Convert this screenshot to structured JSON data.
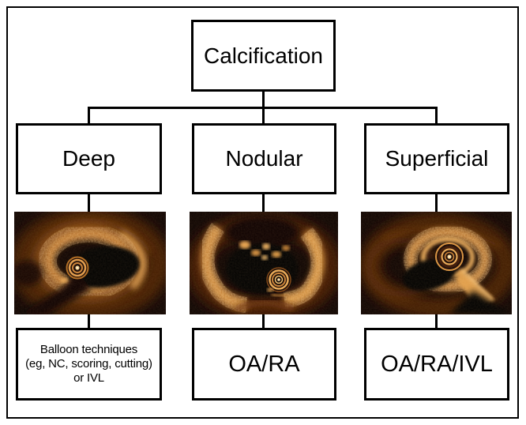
{
  "diagram": {
    "title": "Calcification",
    "columns": [
      {
        "category": "Deep",
        "treatment": "Balloon techniques\n(eg, NC, scoring, cutting)\nor IVL",
        "image": "oct-deep-calcification"
      },
      {
        "category": "Nodular",
        "treatment": "OA/RA",
        "image": "oct-nodular-calcification"
      },
      {
        "category": "Superficial",
        "treatment": "OA/RA/IVL",
        "image": "oct-superficial-calcification"
      }
    ],
    "colors": {
      "line": "#000000",
      "background": "#ffffff",
      "oct_background": "#0e0301",
      "oct_glow": "#d98b3f",
      "oct_bright": "#f4bb6d"
    }
  }
}
